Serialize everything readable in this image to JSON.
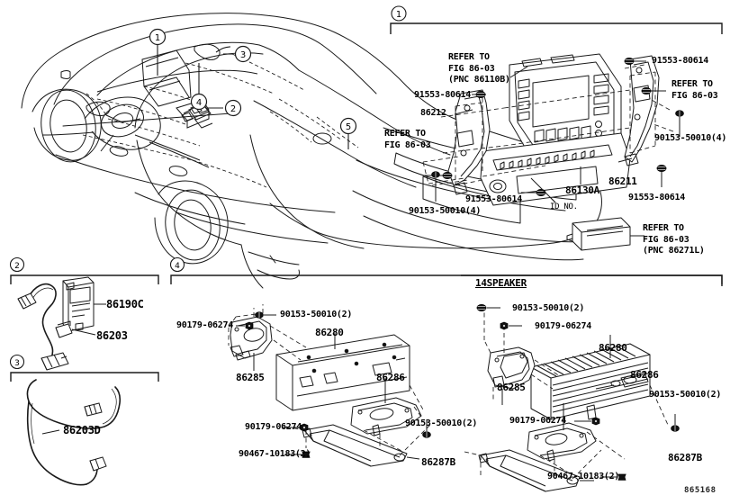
{
  "document": {
    "type": "vehicle-parts-illustration",
    "watermark_code": "865168",
    "ink_color": "#000000",
    "background_color": "#ffffff"
  },
  "vehicle_diagram": {
    "name": "sedan-cutaway-view",
    "callouts": [
      {
        "id": "1",
        "label": "1"
      },
      {
        "id": "2",
        "label": "2"
      },
      {
        "id": "3",
        "label": "3"
      },
      {
        "id": "4",
        "label": "4"
      },
      {
        "id": "5",
        "label": "5"
      }
    ]
  },
  "sections": {
    "one": {
      "marker": "1",
      "labels": {
        "refer_head_unit": "REFER TO\nFIG 86-03\n(PNC 86110B)",
        "bolt_upper_left": "91553-80614",
        "bracket_left": "86212",
        "refer_left": "REFER TO\nFIG 86-03",
        "bolt_top_right": "91553-80614",
        "refer_right": "REFER TO\nFIG 86-03",
        "screw_right": "90153-50010(4)",
        "bracket_right": "86211",
        "bolt_bottom_right": "91553-80614",
        "screw_bottom_left": "90153-50010(4)",
        "bolt_bottom_center": "91553-80614",
        "radio_receiver": "86130A",
        "id_no": "ID NO.",
        "refer_amp_module": "REFER TO\nFIG 86-03\n(PNC 86271L)"
      }
    },
    "two": {
      "marker": "2",
      "labels": {
        "switch": "86190C",
        "wire": "86203"
      }
    },
    "three": {
      "marker": "3",
      "labels": {
        "wire": "86203D"
      }
    },
    "four": {
      "marker": "4",
      "left_variant": {
        "labels": {
          "nut_top": "90179-06274",
          "screw_top": "90153-50010(2)",
          "amplifier": "86280",
          "bracket_left": "86285",
          "bracket_right": "86286",
          "nut_bottom": "90179-06274",
          "screw_right": "90153-50010(2)",
          "clip_bottom": "90467-10183(2)",
          "bracket_lower": "86287B"
        }
      },
      "right_variant": {
        "heading": "14SPEAKER",
        "labels": {
          "screw_top": "90153-50010(2)",
          "nut_top": "90179-06274",
          "amplifier": "86280",
          "bracket_left": "86285",
          "bracket_right": "86286",
          "screw_right": "90153-50010(2)",
          "nut_bottom": "90179-06274",
          "clip_bottom": "90467-10183(2)",
          "bracket_lower": "86287B"
        }
      }
    }
  }
}
